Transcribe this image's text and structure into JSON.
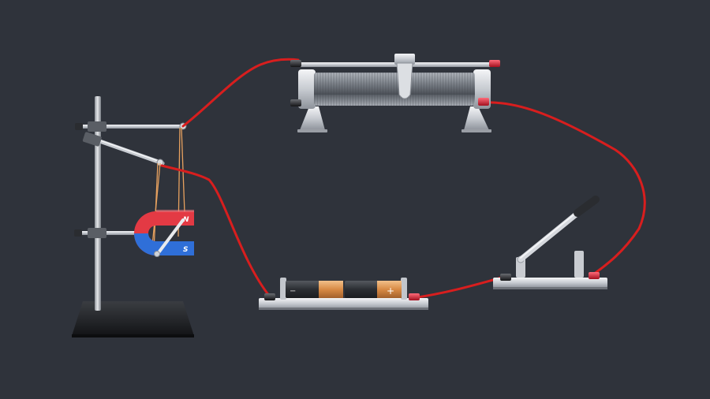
{
  "scene": {
    "background": "#2f333b",
    "wire_color": "#d81e1e",
    "terminal_red": "#d6263b",
    "terminal_black": "#222222"
  },
  "magnet": {
    "north_label": "N",
    "south_label": "S",
    "north_color": "#e33a44",
    "south_color": "#2f6fd8"
  },
  "battery": {
    "minus_label": "−",
    "plus_label": "+",
    "cell_count": 2
  },
  "rheostat": {
    "coil_color": "#8d939b"
  },
  "switch": {
    "state": "open"
  }
}
